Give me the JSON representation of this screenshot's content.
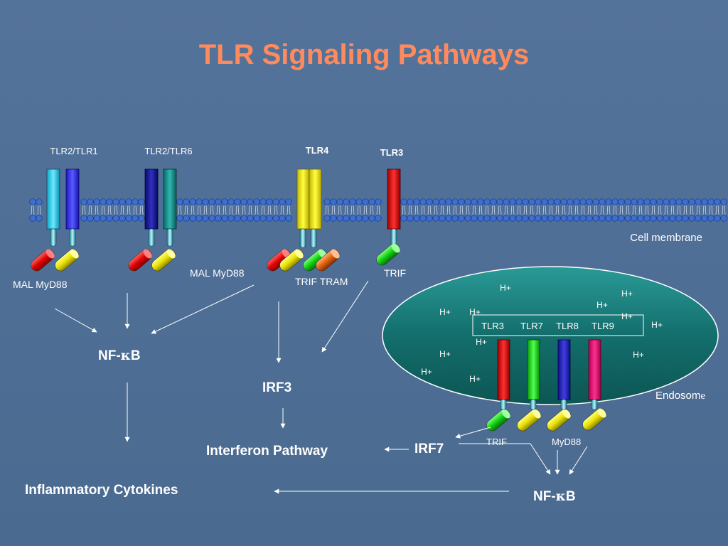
{
  "title": "TLR Signaling Pathways",
  "receptors": {
    "tlr2_tlr1": "TLR2/TLR1",
    "tlr2_tlr6": "TLR2/TLR6",
    "tlr4": "TLR4",
    "tlr3": "TLR3"
  },
  "adaptors": {
    "mal_myd88_left": "MAL  MyD88",
    "mal_myd88_mid": "MAL  MyD88",
    "trif_tram": "TRIF  TRAM",
    "trif_tlr3": "TRIF",
    "trif_endo": "TRIF",
    "myd88_endo": "MyD88"
  },
  "membrane_label": "Cell membrane",
  "endosome": {
    "label_main": "Endosom",
    "label_tail": "e",
    "receptors": [
      "TLR3",
      "TLR7",
      "TLR8",
      "TLR9"
    ],
    "proton": "H+"
  },
  "outputs": {
    "nfkb_prefix": "NF-",
    "nfkb_kappa": "κ",
    "nfkb_suffix": "B",
    "irf3": "IRF3",
    "irf7": "IRF7",
    "interferon": "Interferon Pathway",
    "cytokines": "Inflammatory Cytokines"
  },
  "colors": {
    "background": "#4f6f96",
    "title": "#ff8a5c",
    "tlr4_label": "#ff1a1a",
    "tlr3_label": "#ffd21a",
    "nfkb": "#ffd21a",
    "irf": "#ffd21a",
    "interferon": "#8fffc0",
    "cytokines": "#ff8a6a",
    "endosome": "#1f7a78",
    "membrane": "#3b6fd0"
  }
}
